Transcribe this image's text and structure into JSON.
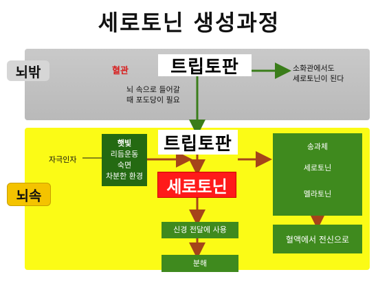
{
  "title": "세로토닌 생성과정",
  "zones": {
    "outside_label": "뇌밖",
    "inside_label": "뇌속"
  },
  "nodes": {
    "tryptophan_top": "트립토판",
    "blood_vessel": "혈관",
    "entry_note_line1": "뇌 속으로 들어갈",
    "entry_note_line2": "때 포도당이 필요",
    "digestive_line1": "소화관에서도",
    "digestive_line2": "세로토닌이 된다",
    "tryptophan_mid": "트립토판",
    "stimulus_label": "자극인자",
    "stimulus_items": [
      "햇빛",
      "리듬운동",
      "숙면",
      "차분한 환경"
    ],
    "serotonin": "세로토닌",
    "pineal": "송과체",
    "pineal_serotonin": "세로토닌",
    "melatonin": "멜라토닌",
    "neural_use": "신경 전달에 사용",
    "decomposition": "분해",
    "whole_body": "혈액에서 전신으로"
  },
  "colors": {
    "inside_zone": "#fbfb16",
    "outside_zone": "#c0c0c0",
    "serotonin_box": "#ff1a1a",
    "green_box": "#3f8a1e",
    "arrow_green": "#3a7d1a",
    "arrow_brown": "#a5441a"
  }
}
